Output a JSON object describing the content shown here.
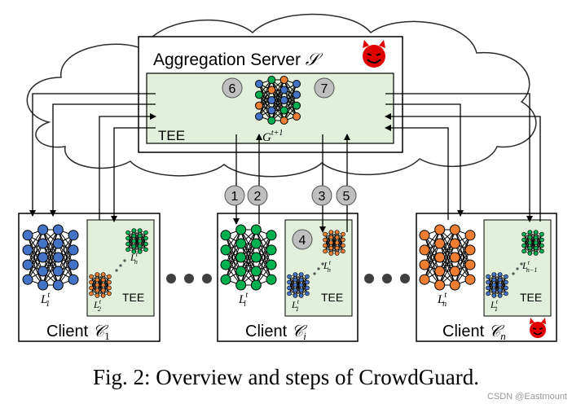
{
  "server": {
    "title": "Aggregation Server",
    "symbol": "𝒮",
    "tee_label": "TEE",
    "global_model": "G",
    "global_model_sup": "t+1",
    "steps": [
      "6",
      "7"
    ]
  },
  "flow_steps": [
    "1",
    "2",
    "3",
    "5"
  ],
  "inner_step": "4",
  "clients": [
    {
      "label": "Client",
      "symbol": "𝒞",
      "sub": "1",
      "model_label": "L",
      "model_sub": "1",
      "model_sup": "t",
      "tee_label": "TEE",
      "tee_top": {
        "label": "L",
        "sub": "n",
        "sup": "t"
      },
      "tee_bottom": {
        "label": "L",
        "sub": "2",
        "sup": "t"
      }
    },
    {
      "label": "Client",
      "symbol": "𝒞",
      "sub": "i",
      "model_label": "L",
      "model_sub": "i",
      "model_sup": "t",
      "tee_label": "TEE",
      "tee_top": {
        "label": "L",
        "sub": "n",
        "sup": "t"
      },
      "tee_bottom": {
        "label": "L",
        "sub": "1",
        "sup": "t"
      }
    },
    {
      "label": "Client",
      "symbol": "𝒞",
      "sub": "n",
      "model_label": "L",
      "model_sub": "n",
      "model_sup": "t",
      "tee_label": "TEE",
      "tee_top": {
        "label": "L",
        "sub": "n−1",
        "sup": "t"
      },
      "tee_bottom": {
        "label": "L",
        "sub": "1",
        "sup": "t"
      }
    }
  ],
  "caption": "Fig. 2: Overview and steps of CrowdGuard.",
  "watermark": "CSDN @Eastmount",
  "colors": {
    "cloud": "#ffffff",
    "tee_fill": "#e2efda",
    "step_circle": "#bfbfbf",
    "blue": "#4472c4",
    "green": "#00b050",
    "orange": "#ed7d31",
    "devil": "#e00000"
  }
}
